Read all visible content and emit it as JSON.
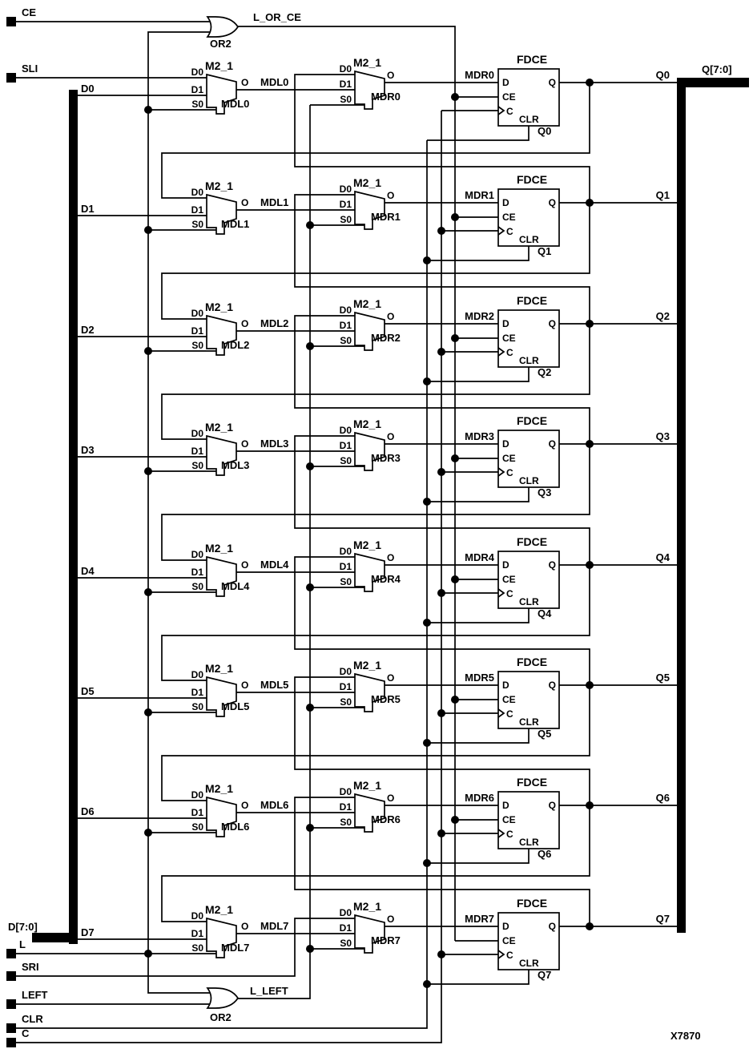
{
  "schematic": {
    "part_label": "X7870",
    "component_types": {
      "mux": "M2_1",
      "ff": "FDCE",
      "or": "OR2"
    },
    "nets": {
      "l_or_ce": "L_OR_CE",
      "l_left": "L_LEFT"
    },
    "buses": {
      "input": "D[7:0]",
      "output": "Q[7:0]"
    },
    "terminals": {
      "ce": "CE",
      "sli": "SLI",
      "l": "L",
      "sri": "SRI",
      "left": "LEFT",
      "clr": "CLR",
      "c": "C"
    },
    "mux_pins": {
      "d0": "D0",
      "d1": "D1",
      "s0": "S0",
      "o": "O"
    },
    "ff_pins": {
      "d": "D",
      "ce": "CE",
      "c": "C",
      "clr": "CLR",
      "q": "Q"
    },
    "rows": [
      {
        "bit": 0,
        "d": "D0",
        "mdl": "MDL0",
        "mdr": "MDR0",
        "q": "Q0"
      },
      {
        "bit": 1,
        "d": "D1",
        "mdl": "MDL1",
        "mdr": "MDR1",
        "q": "Q1"
      },
      {
        "bit": 2,
        "d": "D2",
        "mdl": "MDL2",
        "mdr": "MDR2",
        "q": "Q2"
      },
      {
        "bit": 3,
        "d": "D3",
        "mdl": "MDL3",
        "mdr": "MDR3",
        "q": "Q3"
      },
      {
        "bit": 4,
        "d": "D4",
        "mdl": "MDL4",
        "mdr": "MDR4",
        "q": "Q4"
      },
      {
        "bit": 5,
        "d": "D5",
        "mdl": "MDL5",
        "mdr": "MDR5",
        "q": "Q5"
      },
      {
        "bit": 6,
        "d": "D6",
        "mdl": "MDL6",
        "mdr": "MDR6",
        "q": "Q6"
      },
      {
        "bit": 7,
        "d": "D7",
        "mdl": "MDL7",
        "mdr": "MDR7",
        "q": "Q7"
      }
    ]
  }
}
